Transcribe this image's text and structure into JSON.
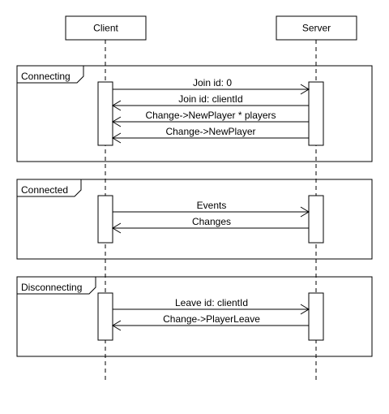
{
  "participants": {
    "client": "Client",
    "server": "Server"
  },
  "fragments": [
    {
      "label": "Connecting",
      "messages": [
        {
          "text": "Join id: 0",
          "direction": "to-server"
        },
        {
          "text": "Join id: clientId",
          "direction": "to-client"
        },
        {
          "text": "Change->NewPlayer * players",
          "direction": "to-client"
        },
        {
          "text": "Change->NewPlayer",
          "direction": "to-client"
        }
      ]
    },
    {
      "label": "Connected",
      "messages": [
        {
          "text": "Events",
          "direction": "to-server"
        },
        {
          "text": "Changes",
          "direction": "to-client"
        }
      ]
    },
    {
      "label": "Disconnecting",
      "messages": [
        {
          "text": "Leave id: clientId",
          "direction": "to-server"
        },
        {
          "text": "Change->PlayerLeave",
          "direction": "to-client"
        }
      ]
    }
  ]
}
